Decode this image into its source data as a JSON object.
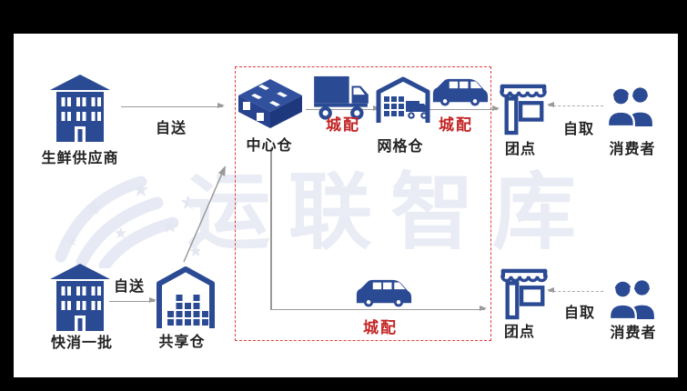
{
  "frame": {
    "bg": "#000000",
    "canvas_bg": "#ffffff"
  },
  "colors": {
    "icon_blue": "#2b4a94",
    "red_label": "#c42525",
    "red_box_border": "#e23c3c",
    "arrow_gray": "#9a9a9a",
    "watermark": "#e9ecf5"
  },
  "watermark": {
    "text": "运联智库"
  },
  "nodes": {
    "fresh_supplier": {
      "label": "生鲜供应商"
    },
    "central_warehouse": {
      "label": "中心仓"
    },
    "grid_warehouse": {
      "label": "网格仓"
    },
    "group_point_top": {
      "label": "团点"
    },
    "consumers_top": {
      "label": "消费者"
    },
    "fmcg_wholesaler": {
      "label": "快消一批"
    },
    "shared_warehouse": {
      "label": "共享仓"
    },
    "group_point_bottom": {
      "label": "团点"
    },
    "consumers_bottom": {
      "label": "消费者"
    }
  },
  "edges": {
    "self_delivery_top": {
      "label": "自送"
    },
    "city_delivery_1": {
      "label": "城配"
    },
    "city_delivery_2": {
      "label": "城配"
    },
    "self_pickup_top": {
      "label": "自取"
    },
    "self_delivery_bottom": {
      "label": "自送"
    },
    "city_delivery_bottom": {
      "label": "城配"
    },
    "self_pickup_bottom": {
      "label": "自取"
    }
  }
}
